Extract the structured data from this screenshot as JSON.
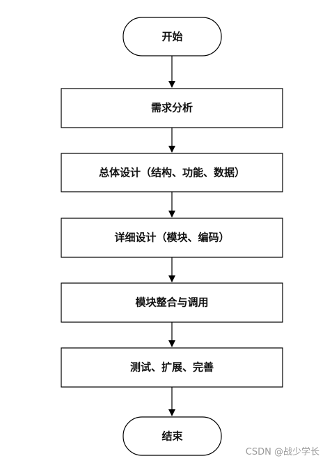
{
  "flowchart": {
    "nodes": [
      {
        "id": "start",
        "label": "开始",
        "shape": "terminal"
      },
      {
        "id": "requirements",
        "label": "需求分析",
        "shape": "process"
      },
      {
        "id": "overall-design",
        "label": "总体设计（结构、功能、数据）",
        "shape": "process"
      },
      {
        "id": "detailed-design",
        "label": "详细设计（模块、编码）",
        "shape": "process"
      },
      {
        "id": "integration",
        "label": "模块整合与调用",
        "shape": "process"
      },
      {
        "id": "testing",
        "label": "测试、扩展、完善",
        "shape": "process"
      },
      {
        "id": "end",
        "label": "结束",
        "shape": "terminal"
      }
    ],
    "edges": [
      {
        "from": "start",
        "to": "requirements"
      },
      {
        "from": "requirements",
        "to": "overall-design"
      },
      {
        "from": "overall-design",
        "to": "detailed-design"
      },
      {
        "from": "detailed-design",
        "to": "integration"
      },
      {
        "from": "integration",
        "to": "testing"
      },
      {
        "from": "testing",
        "to": "end"
      }
    ]
  },
  "watermark": "CSDN @战少学长",
  "colors": {
    "stroke": "#000000",
    "fill": "#ffffff",
    "text": "#111111",
    "watermark": "#9a9a9a"
  }
}
